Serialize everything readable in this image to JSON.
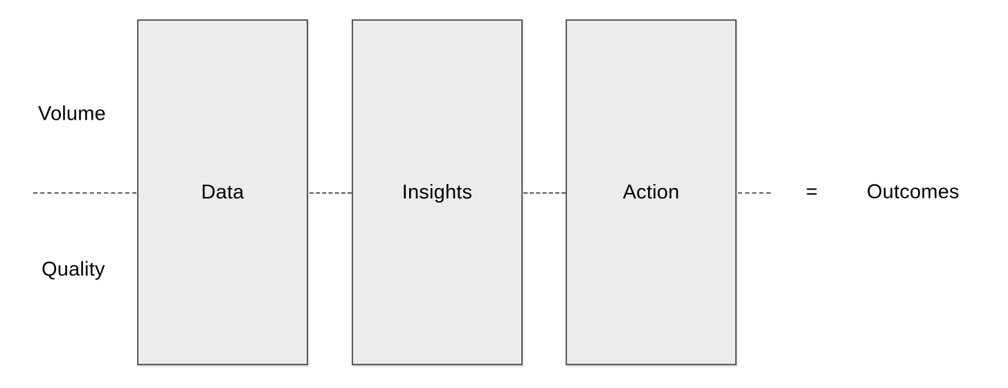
{
  "diagram": {
    "ratio": {
      "numerator": "Volume",
      "denominator": "Quality"
    },
    "boxes": [
      {
        "label": "Data"
      },
      {
        "label": "Insights"
      },
      {
        "label": "Action"
      }
    ],
    "equals_sign": "=",
    "result_label": "Outcomes",
    "colors": {
      "background": "#ffffff",
      "box_fill": "#ececec",
      "box_border": "#595959",
      "dash_line": "#595959",
      "text": "#000000"
    }
  }
}
